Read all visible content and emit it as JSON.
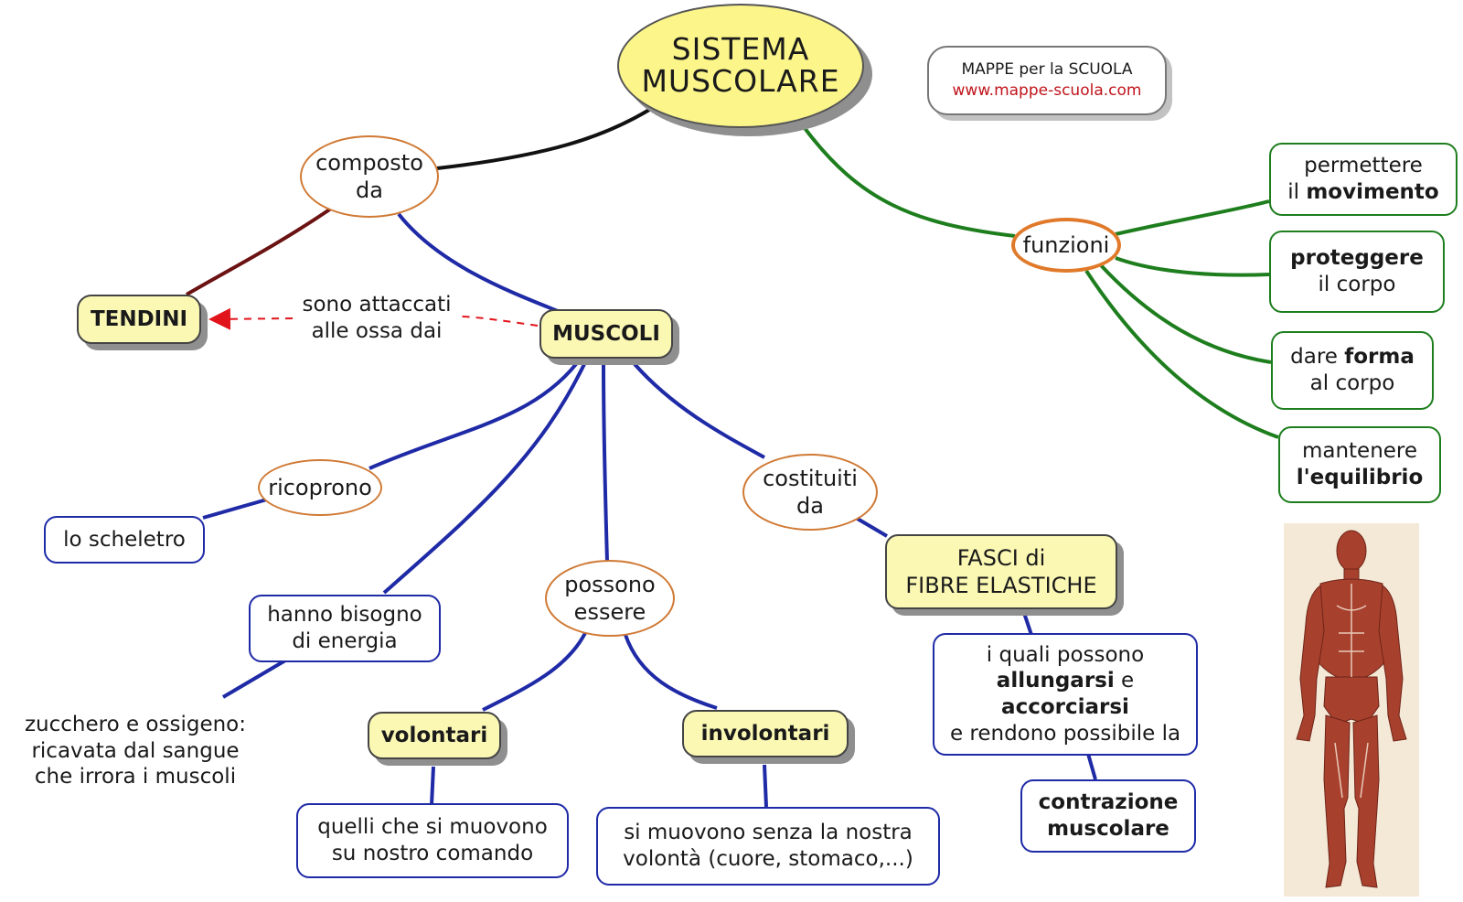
{
  "colors": {
    "main_fill": "#fbf58a",
    "key_fill": "#fbf8b4",
    "link_border": "#d07a35",
    "blue_lines": "#1f2aa6",
    "green_lines": "#1e7e1e",
    "tendini_line": "#6b1212",
    "arrow_red": "#e2141b"
  },
  "title": {
    "line1": "SISTEMA",
    "line2": "MUSCOLARE"
  },
  "brand": {
    "name": "MAPPE per la SCUOLA",
    "url": "www.mappe-scuola.com"
  },
  "links": {
    "composto": {
      "line1": "composto",
      "line2": "da"
    },
    "funzioni": "funzioni",
    "ricoprono": "ricoprono",
    "possono": {
      "line1": "possono",
      "line2": "essere"
    },
    "costituiti": {
      "line1": "costituiti",
      "line2": "da"
    },
    "attaccati": {
      "line1": "sono attaccati",
      "line2": "alle ossa dai"
    }
  },
  "keys": {
    "tendini": "TENDINI",
    "muscoli": "MUSCOLI",
    "volontari": "volontari",
    "involontari": "involontari",
    "fasci": {
      "line1": "FASCI di",
      "line2": "FIBRE ELASTICHE"
    }
  },
  "boxes": {
    "scheletro": "lo scheletro",
    "energia": {
      "line1": "hanno bisogno",
      "line2": "di energia"
    },
    "zucchero": {
      "line1": "zucchero e ossigeno:",
      "line2": "ricavata dal sangue",
      "line3": "che irrora i muscoli"
    },
    "volontari_desc": {
      "line1": "quelli che si muovono",
      "line2": "su nostro comando"
    },
    "involontari_desc": {
      "line1": "si muovono senza la nostra",
      "line2": "volontà (cuore, stomaco,...)"
    },
    "fasci_desc": {
      "line1": "i quali possono",
      "line2_bold": "allungarsi",
      "line2_rest": " e",
      "line3_bold": "accorciarsi",
      "line4": "e rendono possibile la"
    },
    "contrazione": {
      "line1": "contrazione",
      "line2": "muscolare"
    }
  },
  "functions": [
    {
      "pre": "permettere",
      "mid_pre": "il ",
      "bold": "movimento",
      "post": ""
    },
    {
      "bold_top": "proteggere",
      "line2": "il corpo"
    },
    {
      "pre": "dare ",
      "bold": "forma",
      "line2": "al corpo"
    },
    {
      "line1": "mantenere",
      "bold": "l'equilibrio"
    }
  ],
  "figure": {
    "icon": "anatomy-illustration"
  }
}
